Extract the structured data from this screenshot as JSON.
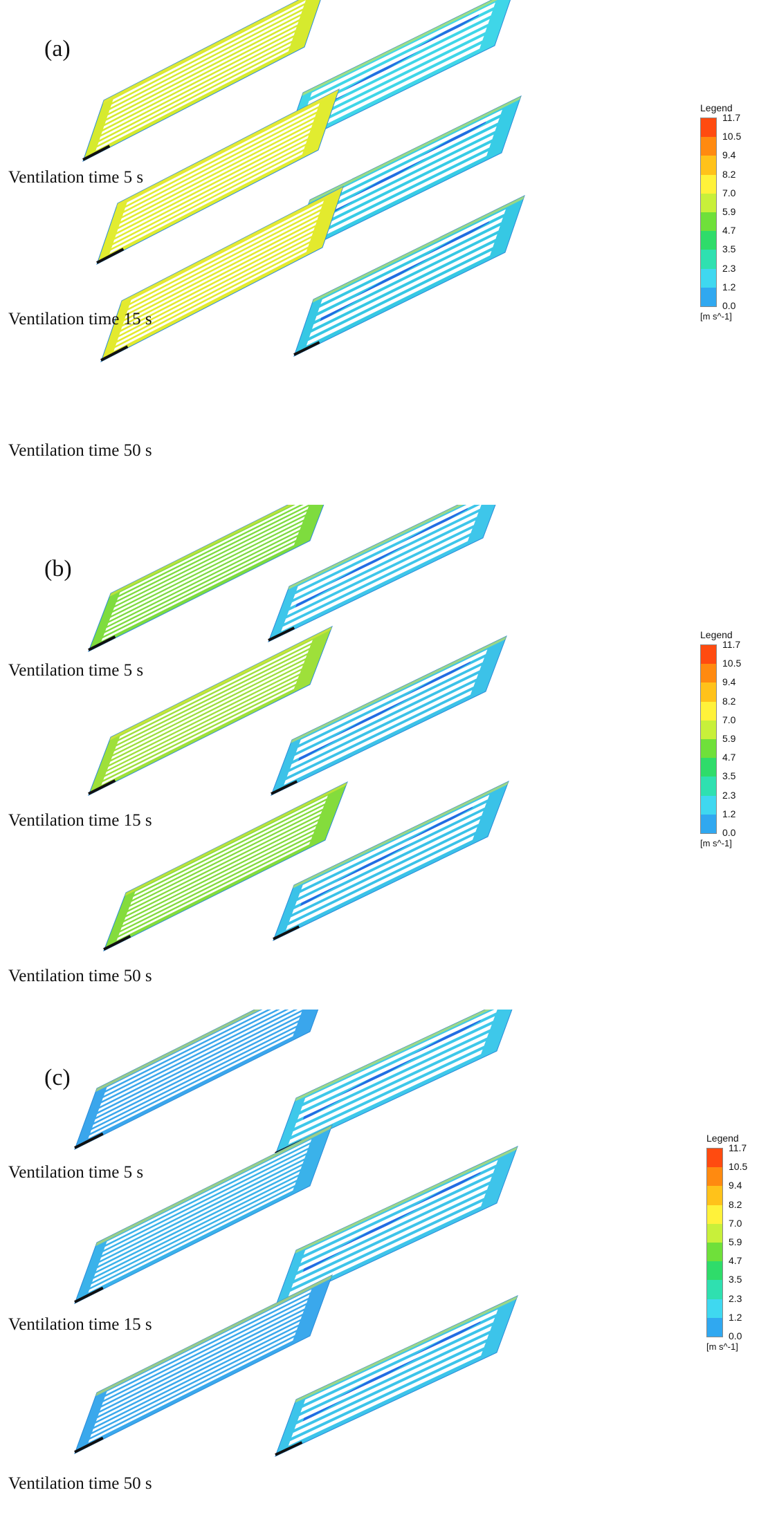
{
  "panels": [
    {
      "label": "(a)",
      "times": [
        "Ventilation time 5 s",
        "Ventilation time 15 s",
        "Ventilation time 50 s"
      ],
      "left_dominant": [
        "#d6ea2e",
        "#e1ec30",
        "#e3ea2e"
      ],
      "right_dominant": [
        "#3fd6e8",
        "#37cce6",
        "#36c8e4"
      ]
    },
    {
      "label": "(b)",
      "times": [
        "Ventilation time 5 s",
        "Ventilation time 15 s",
        "Ventilation time 50 s"
      ],
      "left_dominant": [
        "#7edc3e",
        "#9ee03a",
        "#84dc3c"
      ],
      "right_dominant": [
        "#3ec6ea",
        "#3cc2e8",
        "#3ac2e8"
      ]
    },
    {
      "label": "(c)",
      "times": [
        "Ventilation time 5 s",
        "Ventilation time 15 s",
        "Ventilation time 50 s"
      ],
      "left_dominant": [
        "#3aa6ec",
        "#3ab2ea",
        "#3aa8ec"
      ],
      "right_dominant": [
        "#3ec8ea",
        "#3ec4ea",
        "#3cc4ea"
      ]
    }
  ],
  "legend": {
    "title": "Legend",
    "unit": "[m s^-1]",
    "ticks": [
      "11.7",
      "10.5",
      "9.4",
      "8.2",
      "7.0",
      "5.9",
      "4.7",
      "3.5",
      "2.3",
      "1.2",
      "0.0"
    ],
    "colors": [
      "#ff4b10",
      "#ff8a10",
      "#ffc21a",
      "#fff23a",
      "#c8f03a",
      "#6fe03a",
      "#2fdc6a",
      "#2fe0b0",
      "#3fd8f0",
      "#30a8f0",
      "#1060e8"
    ]
  },
  "colors": {
    "wall_low": "#1b4fe0",
    "wall_mid": "#3fd0ea",
    "edge_high": "#e8e83a",
    "outlet_black": "#111111"
  }
}
